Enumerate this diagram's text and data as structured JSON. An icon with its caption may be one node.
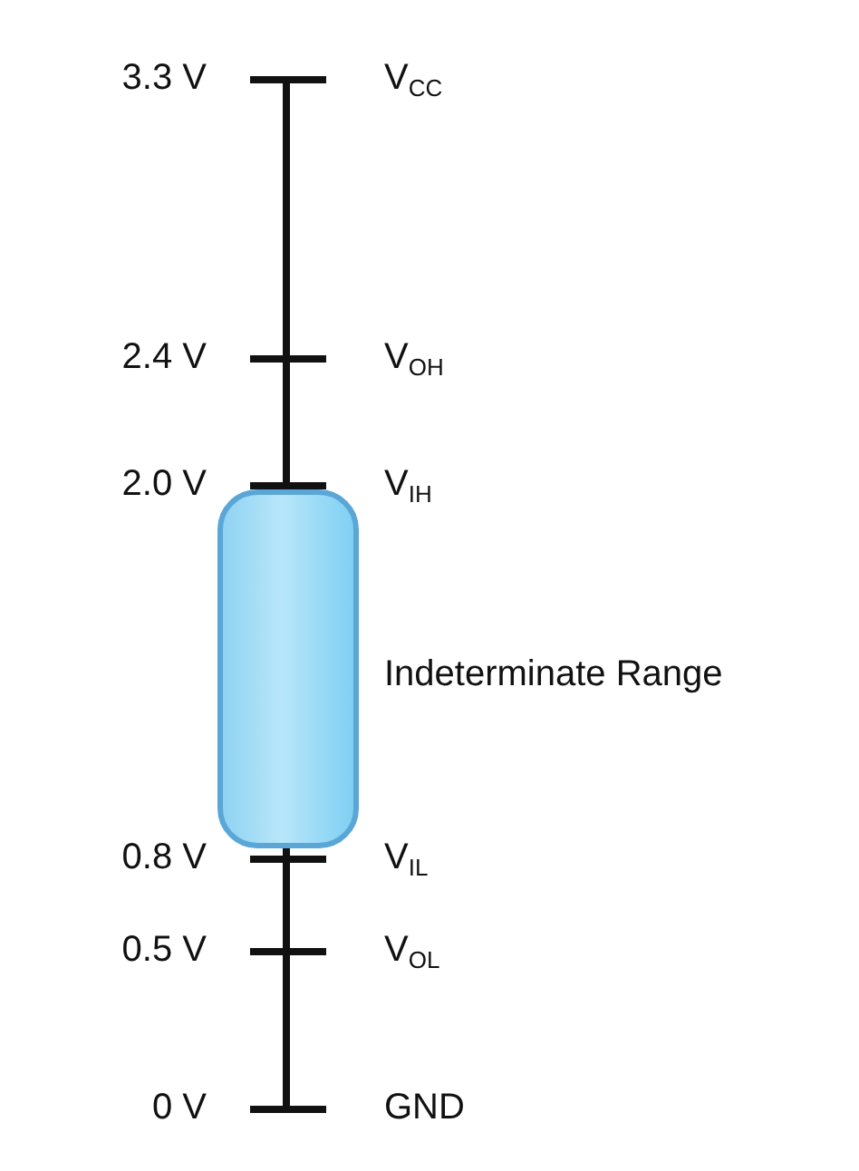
{
  "diagram": {
    "nodes": [
      {
        "text": [],
        "shape": "box",
        "beside": [
          "Indeterminate Range"
        ]
      }
    ],
    "edges": [],
    "labels": [
      "3.3 V",
      "V$_{CC}$",
      "2.4 V",
      "V$_{OH}$",
      "2.0 V",
      "V$_{IH}$",
      "0.8 V",
      "V$_{IL}$",
      "0.5 V",
      "V$_{OL}$",
      "0 V",
      "GND"
    ]
  }
}
